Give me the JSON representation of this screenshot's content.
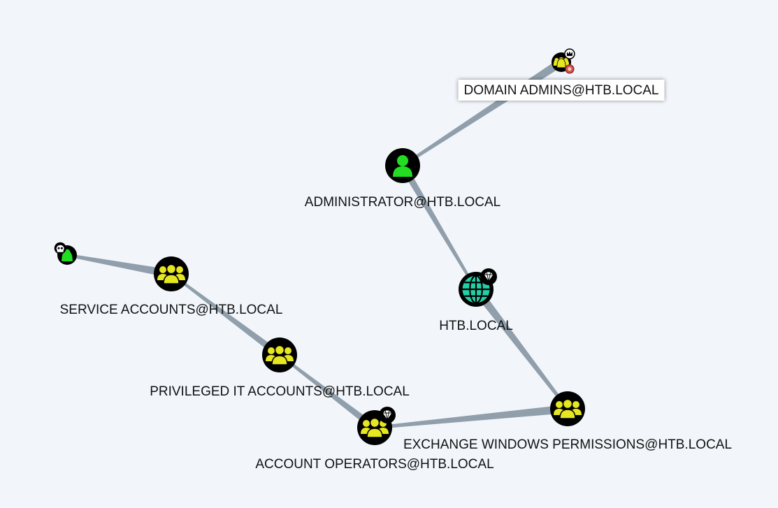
{
  "graph": {
    "colors": {
      "background": "#f2f6fb",
      "edge": "#8a9aa6",
      "group_fill": "#e6e621",
      "user_fill": "#22dd22",
      "domain_fill": "#22d1a8",
      "node_bg": "#000000",
      "highlight_label_bg": "#ffffff"
    },
    "nodes": [
      {
        "id": "domain-admins",
        "label": "DOMAIN ADMINS@HTB.LOCAL",
        "kind": "group",
        "badges": [
          "crown-icon",
          "target-icon"
        ],
        "highlighted": true
      },
      {
        "id": "administrator",
        "label": "ADMINISTRATOR@HTB.LOCAL",
        "kind": "user",
        "badges": []
      },
      {
        "id": "htb-local",
        "label": "HTB.LOCAL",
        "kind": "domain",
        "badges": [
          "diamond-icon"
        ]
      },
      {
        "id": "exchange-windows-permissions",
        "label": "EXCHANGE WINDOWS PERMISSIONS@HTB.LOCAL",
        "kind": "group",
        "badges": []
      },
      {
        "id": "account-operators",
        "label": "ACCOUNT OPERATORS@HTB.LOCAL",
        "kind": "group",
        "badges": [
          "diamond-icon"
        ]
      },
      {
        "id": "privileged-it-accounts",
        "label": "PRIVILEGED IT ACCOUNTS@HTB.LOCAL",
        "kind": "group",
        "badges": []
      },
      {
        "id": "service-accounts",
        "label": "SERVICE ACCOUNTS@HTB.LOCAL",
        "kind": "group",
        "badges": []
      },
      {
        "id": "owned-user",
        "label": "",
        "kind": "user",
        "badges": [
          "skull-icon"
        ]
      }
    ],
    "edges": [
      {
        "from": "owned-user",
        "to": "service-accounts"
      },
      {
        "from": "service-accounts",
        "to": "privileged-it-accounts"
      },
      {
        "from": "privileged-it-accounts",
        "to": "account-operators"
      },
      {
        "from": "account-operators",
        "to": "exchange-windows-permissions"
      },
      {
        "from": "exchange-windows-permissions",
        "to": "htb-local"
      },
      {
        "from": "htb-local",
        "to": "administrator"
      },
      {
        "from": "administrator",
        "to": "domain-admins"
      }
    ]
  }
}
